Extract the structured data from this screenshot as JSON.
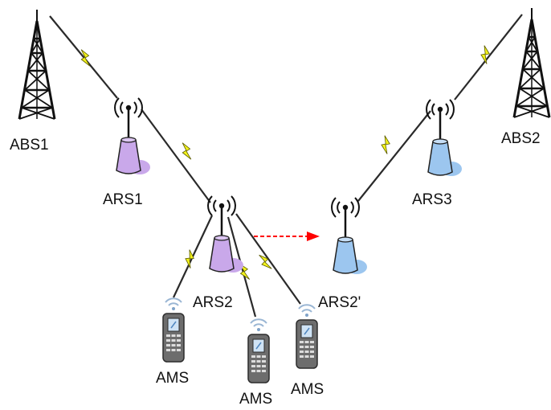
{
  "labels": {
    "abs1": "ABS1",
    "abs2": "ABS2",
    "ars1": "ARS1",
    "ars2": "ARS2",
    "ars2_prime": "ARS2'",
    "ars3": "ARS3",
    "ams_left": "AMS",
    "ams_middle": "AMS",
    "ams_right": "AMS"
  },
  "colors": {
    "relay_purple": "#c9a8ea",
    "relay_blue": "#9cc6ef",
    "lightning": "#f2f21c",
    "link_line": "#2a2a2a",
    "move_arrow": "#ff0000"
  }
}
